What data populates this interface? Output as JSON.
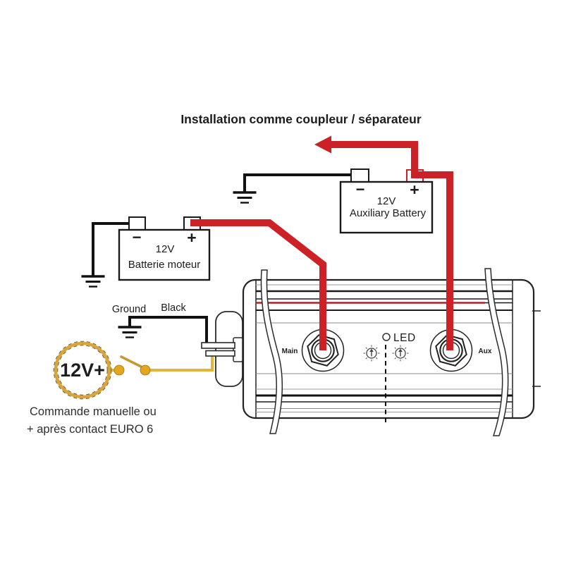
{
  "title": "Installation comme coupleur / séparateur",
  "motor_battery": {
    "voltage": "12V",
    "name": "Batterie moteur",
    "minus_sign": "−",
    "plus_sign": "+"
  },
  "aux_battery": {
    "voltage": "12V",
    "name": "Auxiliary Battery",
    "minus_sign": "−",
    "plus_sign": "+"
  },
  "wire_labels": {
    "ground": "Ground",
    "black": "Black"
  },
  "device": {
    "main_label": "Main",
    "aux_label": "Aux",
    "led_label": "LED"
  },
  "control": {
    "source_label": "12V+",
    "caption_line1": "Commande manuelle ou",
    "caption_line2": "+ après contact EURO 6"
  },
  "colors": {
    "wire_red": "#cb2127",
    "wire_black": "#111111",
    "wire_yellow": "#e6b33c",
    "switch_gold": "#e2a71f",
    "body_stripe_red": "#b02025"
  }
}
